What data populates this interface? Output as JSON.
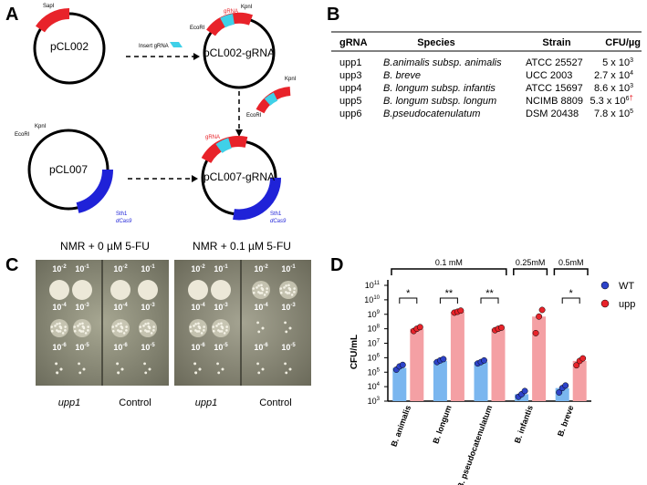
{
  "panels": {
    "a": "A",
    "b": "B",
    "c": "C",
    "d": "D"
  },
  "panel_a": {
    "plasmid1": "pCL002",
    "plasmid2": "pCL002-gRNA",
    "plasmid3": "pCL007",
    "plasmid4": "pCL007-gRNA",
    "sapi": "SapI",
    "insert_label": "Insert gRNA",
    "ecori": "EcoRI",
    "kpni": "KpnI",
    "grna": "gRNA",
    "sth1": "Sth1",
    "dcas9": "dCas9",
    "colors": {
      "red": "#e8232a",
      "cyan": "#3fd0e8",
      "blue": "#1f22d8"
    }
  },
  "panel_b": {
    "headers": [
      "gRNA",
      "Species",
      "Strain",
      "CFU/µg"
    ],
    "rows": [
      {
        "grna": "upp1",
        "species": "B.animalis subsp. animalis",
        "strain": "ATCC 25527",
        "cfu_base": "5 x 10",
        "cfu_exp": "3",
        "mark": ""
      },
      {
        "grna": "upp3",
        "species": "B. breve",
        "strain": "UCC 2003",
        "cfu_base": "2.7 x 10",
        "cfu_exp": "4",
        "mark": ""
      },
      {
        "grna": "upp4",
        "species": "B. longum subsp. infantis",
        "strain": "ATCC 15697",
        "cfu_base": "8.6 x 10",
        "cfu_exp": "3",
        "mark": ""
      },
      {
        "grna": "upp5",
        "species": "B. longum subsp. longum",
        "strain": "NCIMB 8809",
        "cfu_base": "5.3 x 10",
        "cfu_exp": "6",
        "mark": "†"
      },
      {
        "grna": "upp6",
        "species": "B.pseudocatenulatum",
        "strain": "DSM 20438",
        "cfu_base": "7.8 x 10",
        "cfu_exp": "5",
        "mark": ""
      }
    ]
  },
  "panel_c": {
    "title_left": "NMR + 0 µM 5-FU",
    "title_right": "NMR + 0.1 µM 5-FU",
    "label_upp1": "upp1",
    "label_control": "Control",
    "dilution_base": "10",
    "dilutions": [
      [
        "-2",
        "-1"
      ],
      [
        "-4",
        "-3"
      ],
      [
        "-6",
        "-5"
      ]
    ]
  },
  "chart_data": {
    "type": "bar",
    "categories": [
      "B. animalis",
      "B. longum",
      "B. pseudocatenulatum",
      "B. infantis",
      "B. breve"
    ],
    "ylabel": "CFU/mL",
    "yscale": "log",
    "ylim": [
      1000,
      100000000000
    ],
    "yticks": [
      "10",
      "10",
      "10",
      "10",
      "10",
      "10",
      "10",
      "10",
      "10"
    ],
    "ytick_exps": [
      "3",
      "4",
      "5",
      "6",
      "7",
      "8",
      "9",
      "10",
      "11"
    ],
    "legend_position": "right",
    "series": [
      {
        "name": "WT",
        "color": "#7ab6ef",
        "dot": "#2d43c9",
        "values": [
          200000,
          600000,
          500000,
          3000,
          8000
        ],
        "points": [
          [
            150000,
            250000,
            320000
          ],
          [
            500000,
            650000,
            800000
          ],
          [
            400000,
            500000,
            650000
          ],
          [
            2000,
            3000,
            5000
          ],
          [
            4000,
            8000,
            12000
          ]
        ]
      },
      {
        "name": "upp",
        "color": "#f4a0a4",
        "dot": "#e8232a",
        "values": [
          100000000,
          1500000000,
          100000000,
          700000000,
          600000
        ],
        "points": [
          [
            70000000,
            100000000,
            130000000
          ],
          [
            1300000000,
            1500000000,
            1800000000
          ],
          [
            80000000,
            100000000,
            120000000
          ],
          [
            50000000,
            700000000,
            2000000000
          ],
          [
            300000,
            600000,
            900000
          ]
        ]
      }
    ],
    "concentration_brackets": [
      {
        "label": "0.1 mM"
      },
      {
        "label": "0.25mM"
      },
      {
        "label": "0.5mM"
      }
    ],
    "significance": [
      "*",
      "**",
      "**",
      "",
      "*"
    ]
  }
}
